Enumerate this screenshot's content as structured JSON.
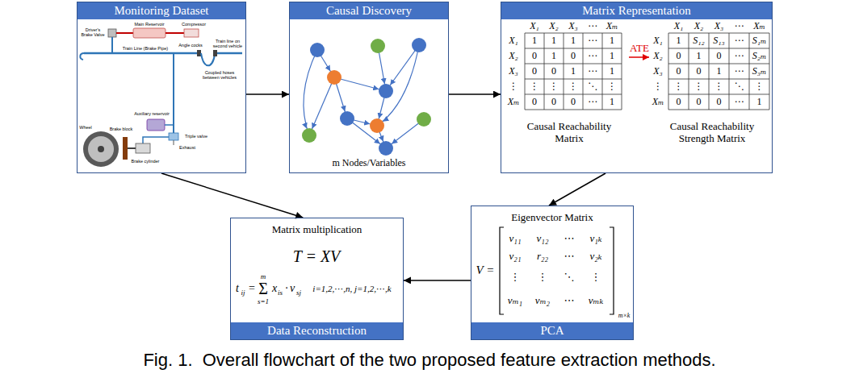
{
  "diagram": {
    "caption": "Fig. 1.  Overall flowchart of the two proposed feature extraction methods.",
    "nodes": [
      {
        "text": [
          "Monitoring Dataset"
        ]
      },
      {
        "text": [
          "Causal Discovery",
          "m Nodes/Variables"
        ]
      },
      {
        "text": [
          "Matrix Representation"
        ]
      },
      {
        "text": [
          "Matrix multiplication",
          "Data Reconstruction"
        ]
      },
      {
        "text": [
          "Eigenvector Matrix",
          "PCA"
        ]
      }
    ],
    "edges": [
      {
        "from": 0,
        "to": 1,
        "arrow": "to"
      },
      {
        "from": 1,
        "to": 2,
        "arrow": "to"
      },
      {
        "from": 0,
        "to": 3,
        "arrow": "to"
      },
      {
        "from": 2,
        "to": 4,
        "arrow": "to"
      },
      {
        "from": 4,
        "to": 3,
        "arrow": "to"
      }
    ],
    "labels": [
      "Driver's Brake Valve",
      "Main Reservoir",
      "Compressor",
      "Angle cocks",
      "Train Line (Brake Pipe)",
      "Train line on second vehicle",
      "Coupled hoses between vehicles",
      "Auxiliary reservoir",
      "Brake block",
      "Triple valve",
      "Exhaust",
      "Wheel",
      "Brake cylinder",
      "X₁",
      "X₂",
      "X₃",
      "⋯",
      "Xₘ",
      "X₁",
      "1",
      "1",
      "1",
      "⋯",
      "1",
      "X₂",
      "0",
      "1",
      "0",
      "⋯",
      "1",
      "X₃",
      "0",
      "0",
      "1",
      "⋯",
      "1",
      "⋮",
      "⋮",
      "⋮",
      "⋮",
      "⋱",
      "⋮",
      "Xₘ",
      "0",
      "0",
      "0",
      "⋯",
      "1",
      "Causal Reachability Matrix",
      "ATE",
      "X₁",
      "X₂",
      "X₃",
      "⋯",
      "Xₘ",
      "X₁",
      "1",
      "S₁₂",
      "S₁₃",
      "⋯",
      "S₁ₘ",
      "X₂",
      "0",
      "1",
      "0",
      "⋯",
      "S₂ₘ",
      "X₃",
      "0",
      "0",
      "1",
      "⋯",
      "S₃ₘ",
      "⋮",
      "⋮",
      "⋮",
      "⋮",
      "⋱",
      "⋮",
      "Xₘ",
      "0",
      "0",
      "0",
      "⋯",
      "1",
      "Causal Reachability Strength Matrix",
      "T = XV",
      "t",
      "ij",
      "=",
      "Σ",
      "m",
      "s=1",
      "x",
      "is",
      "·",
      "v",
      "sj",
      "i=1,2,⋯,n, j=1,2,⋯,k",
      "V =",
      "v₁₁",
      "v₁₂",
      "⋯",
      "v₁ₖ",
      "v₂₁",
      "r₂₂",
      "⋯",
      "v₂ₖ",
      "⋮",
      "⋮",
      "⋱",
      "⋮",
      "vₘ₁",
      "vₘ₂",
      "⋯",
      "vₘₖ",
      "m×k"
    ]
  }
}
